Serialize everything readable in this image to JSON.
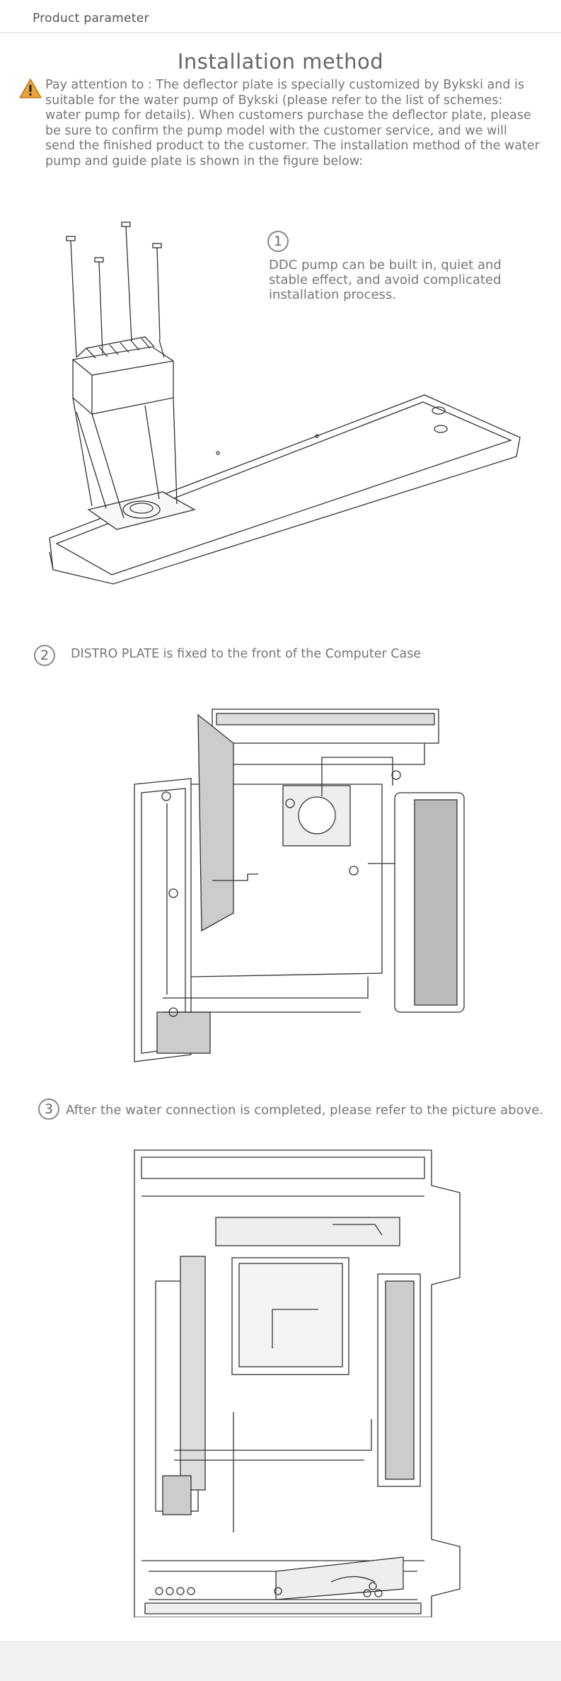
{
  "header": {
    "title": "Product parameter"
  },
  "page": {
    "title": "Installation method"
  },
  "notice": {
    "icon": "warning-icon",
    "text": "Pay attention to : The deflector plate is specially customized by Bykski and is suitable for the water pump of Bykski (please refer to the list of schemes: water pump for details). When customers purchase the deflector plate, please be sure to confirm the pump model with the customer service, and we will send the finished product to the customer. The installation method of the water pump and guide plate is shown in the figure below:"
  },
  "steps": [
    {
      "number": "1",
      "text": "DDC pump can be built in, quiet and stable effect, and avoid complicated installation process."
    },
    {
      "number": "2",
      "text": "DISTRO PLATE is fixed to the front of the Computer Case"
    },
    {
      "number": "3",
      "text": "After the water connection is completed, please refer to the picture above."
    }
  ],
  "colors": {
    "warning": "#e8a33a",
    "line": "#333333",
    "divider": "#d6d6d6",
    "footer": "#f0f0f0"
  }
}
